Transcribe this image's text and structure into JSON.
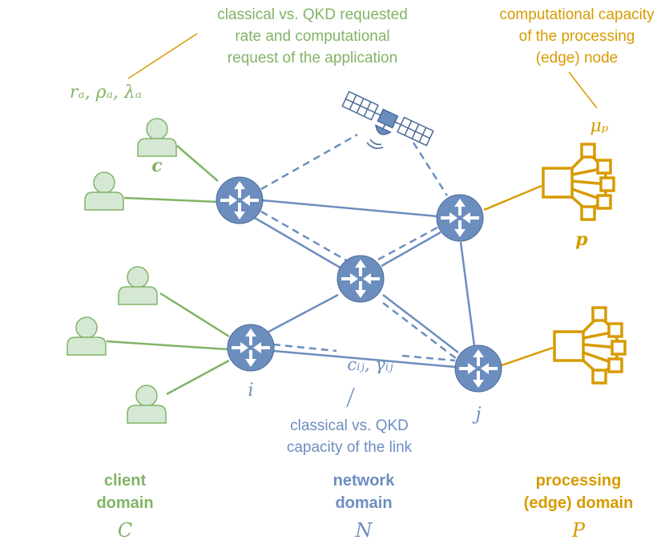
{
  "colors": {
    "client": "#82b366",
    "client_fill": "#d5e8d4",
    "network": "#6c8ebf",
    "processing": "#d79b00",
    "router_fill": "#6c8ebf"
  },
  "annotations": {
    "client_request": [
      "classical vs. QKD requested",
      "rate and computational",
      "request of the application"
    ],
    "processing_capacity": [
      "computational capacity",
      "of the processing",
      "(edge) node"
    ],
    "link_capacity": [
      "classical vs. QKD",
      "capacity of the link"
    ]
  },
  "math": {
    "client_params": "rₐ, ρₐ, λₐ",
    "client_c": "c",
    "mu_p": "μₚ",
    "node_p": "p",
    "link_params": "cᵢⱼ, γᵢⱼ",
    "node_i": "i",
    "node_j": "j"
  },
  "domains": {
    "client": {
      "line1": "client",
      "line2": "domain",
      "symbol": "C"
    },
    "network": {
      "line1": "network",
      "line2": "domain",
      "symbol": "N"
    },
    "processing": {
      "line1": "processing",
      "line2": "(edge) domain",
      "symbol": "P"
    }
  },
  "icons": {
    "user": "user-icon",
    "router": "router-icon",
    "satellite": "satellite-icon",
    "processing_node": "processing-node-icon"
  }
}
